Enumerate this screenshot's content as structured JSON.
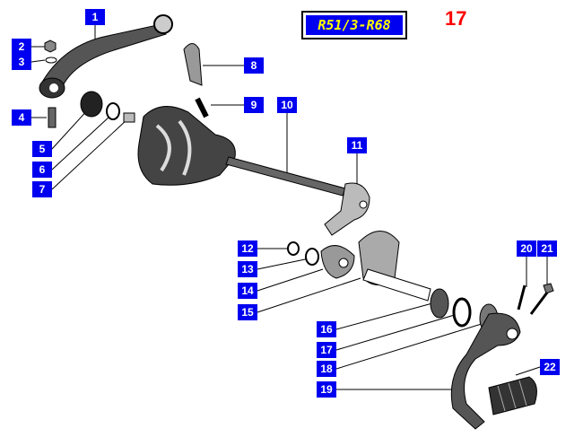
{
  "model_code": "R51/3-R68",
  "page_number": "17",
  "callouts": [
    "1",
    "2",
    "3",
    "4",
    "5",
    "6",
    "7",
    "8",
    "9",
    "10",
    "11",
    "12",
    "13",
    "14",
    "15",
    "16",
    "17",
    "18",
    "19",
    "20",
    "21",
    "22"
  ]
}
